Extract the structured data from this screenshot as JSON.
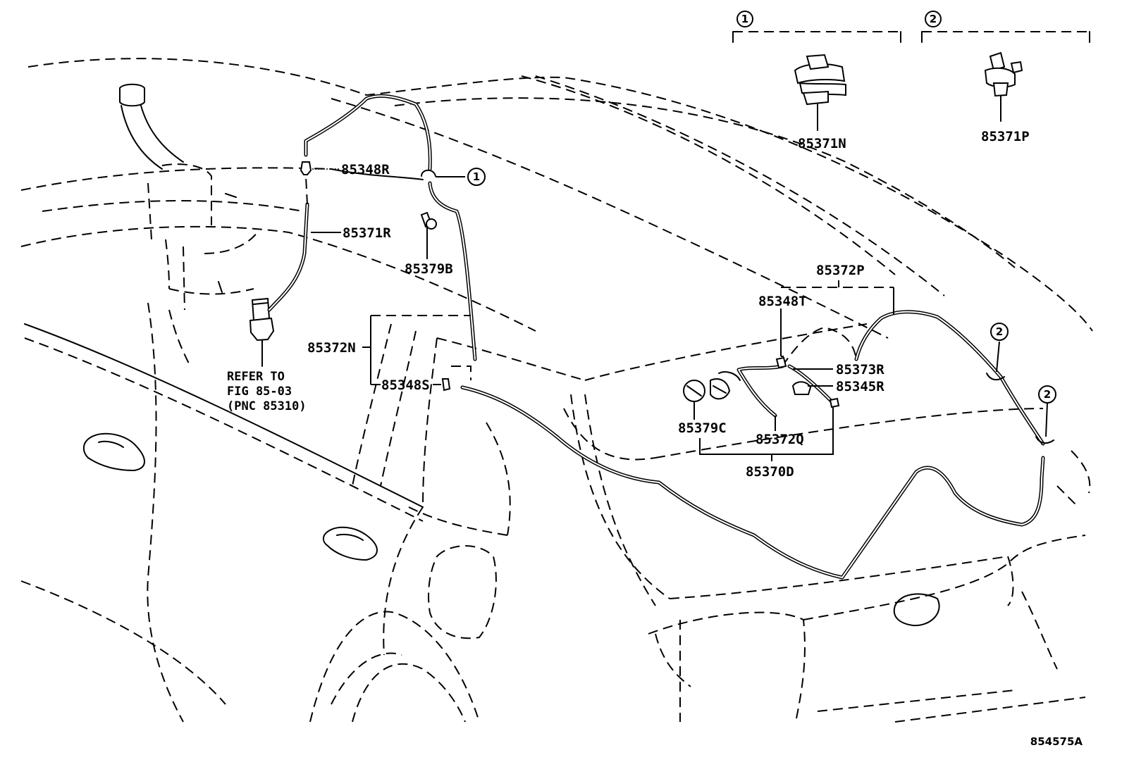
{
  "parts": {
    "p85348R": "85348R",
    "p85371R": "85371R",
    "p85379B": "85379B",
    "p85372N": "85372N",
    "p85348S": "85348S",
    "p85372P": "85372P",
    "p85348T": "85348T",
    "p85373R": "85373R",
    "p85345R": "85345R",
    "p85379C": "85379C",
    "p85372Q": "85372Q",
    "p85370D": "85370D",
    "p85371N": "85371N",
    "p85371P": "85371P"
  },
  "callouts": {
    "one": "1",
    "two": "2"
  },
  "note": {
    "line1": "REFER TO",
    "line2": "FIG 85-03",
    "line3": "(PNC 85310)"
  },
  "figure_id": "854575A"
}
